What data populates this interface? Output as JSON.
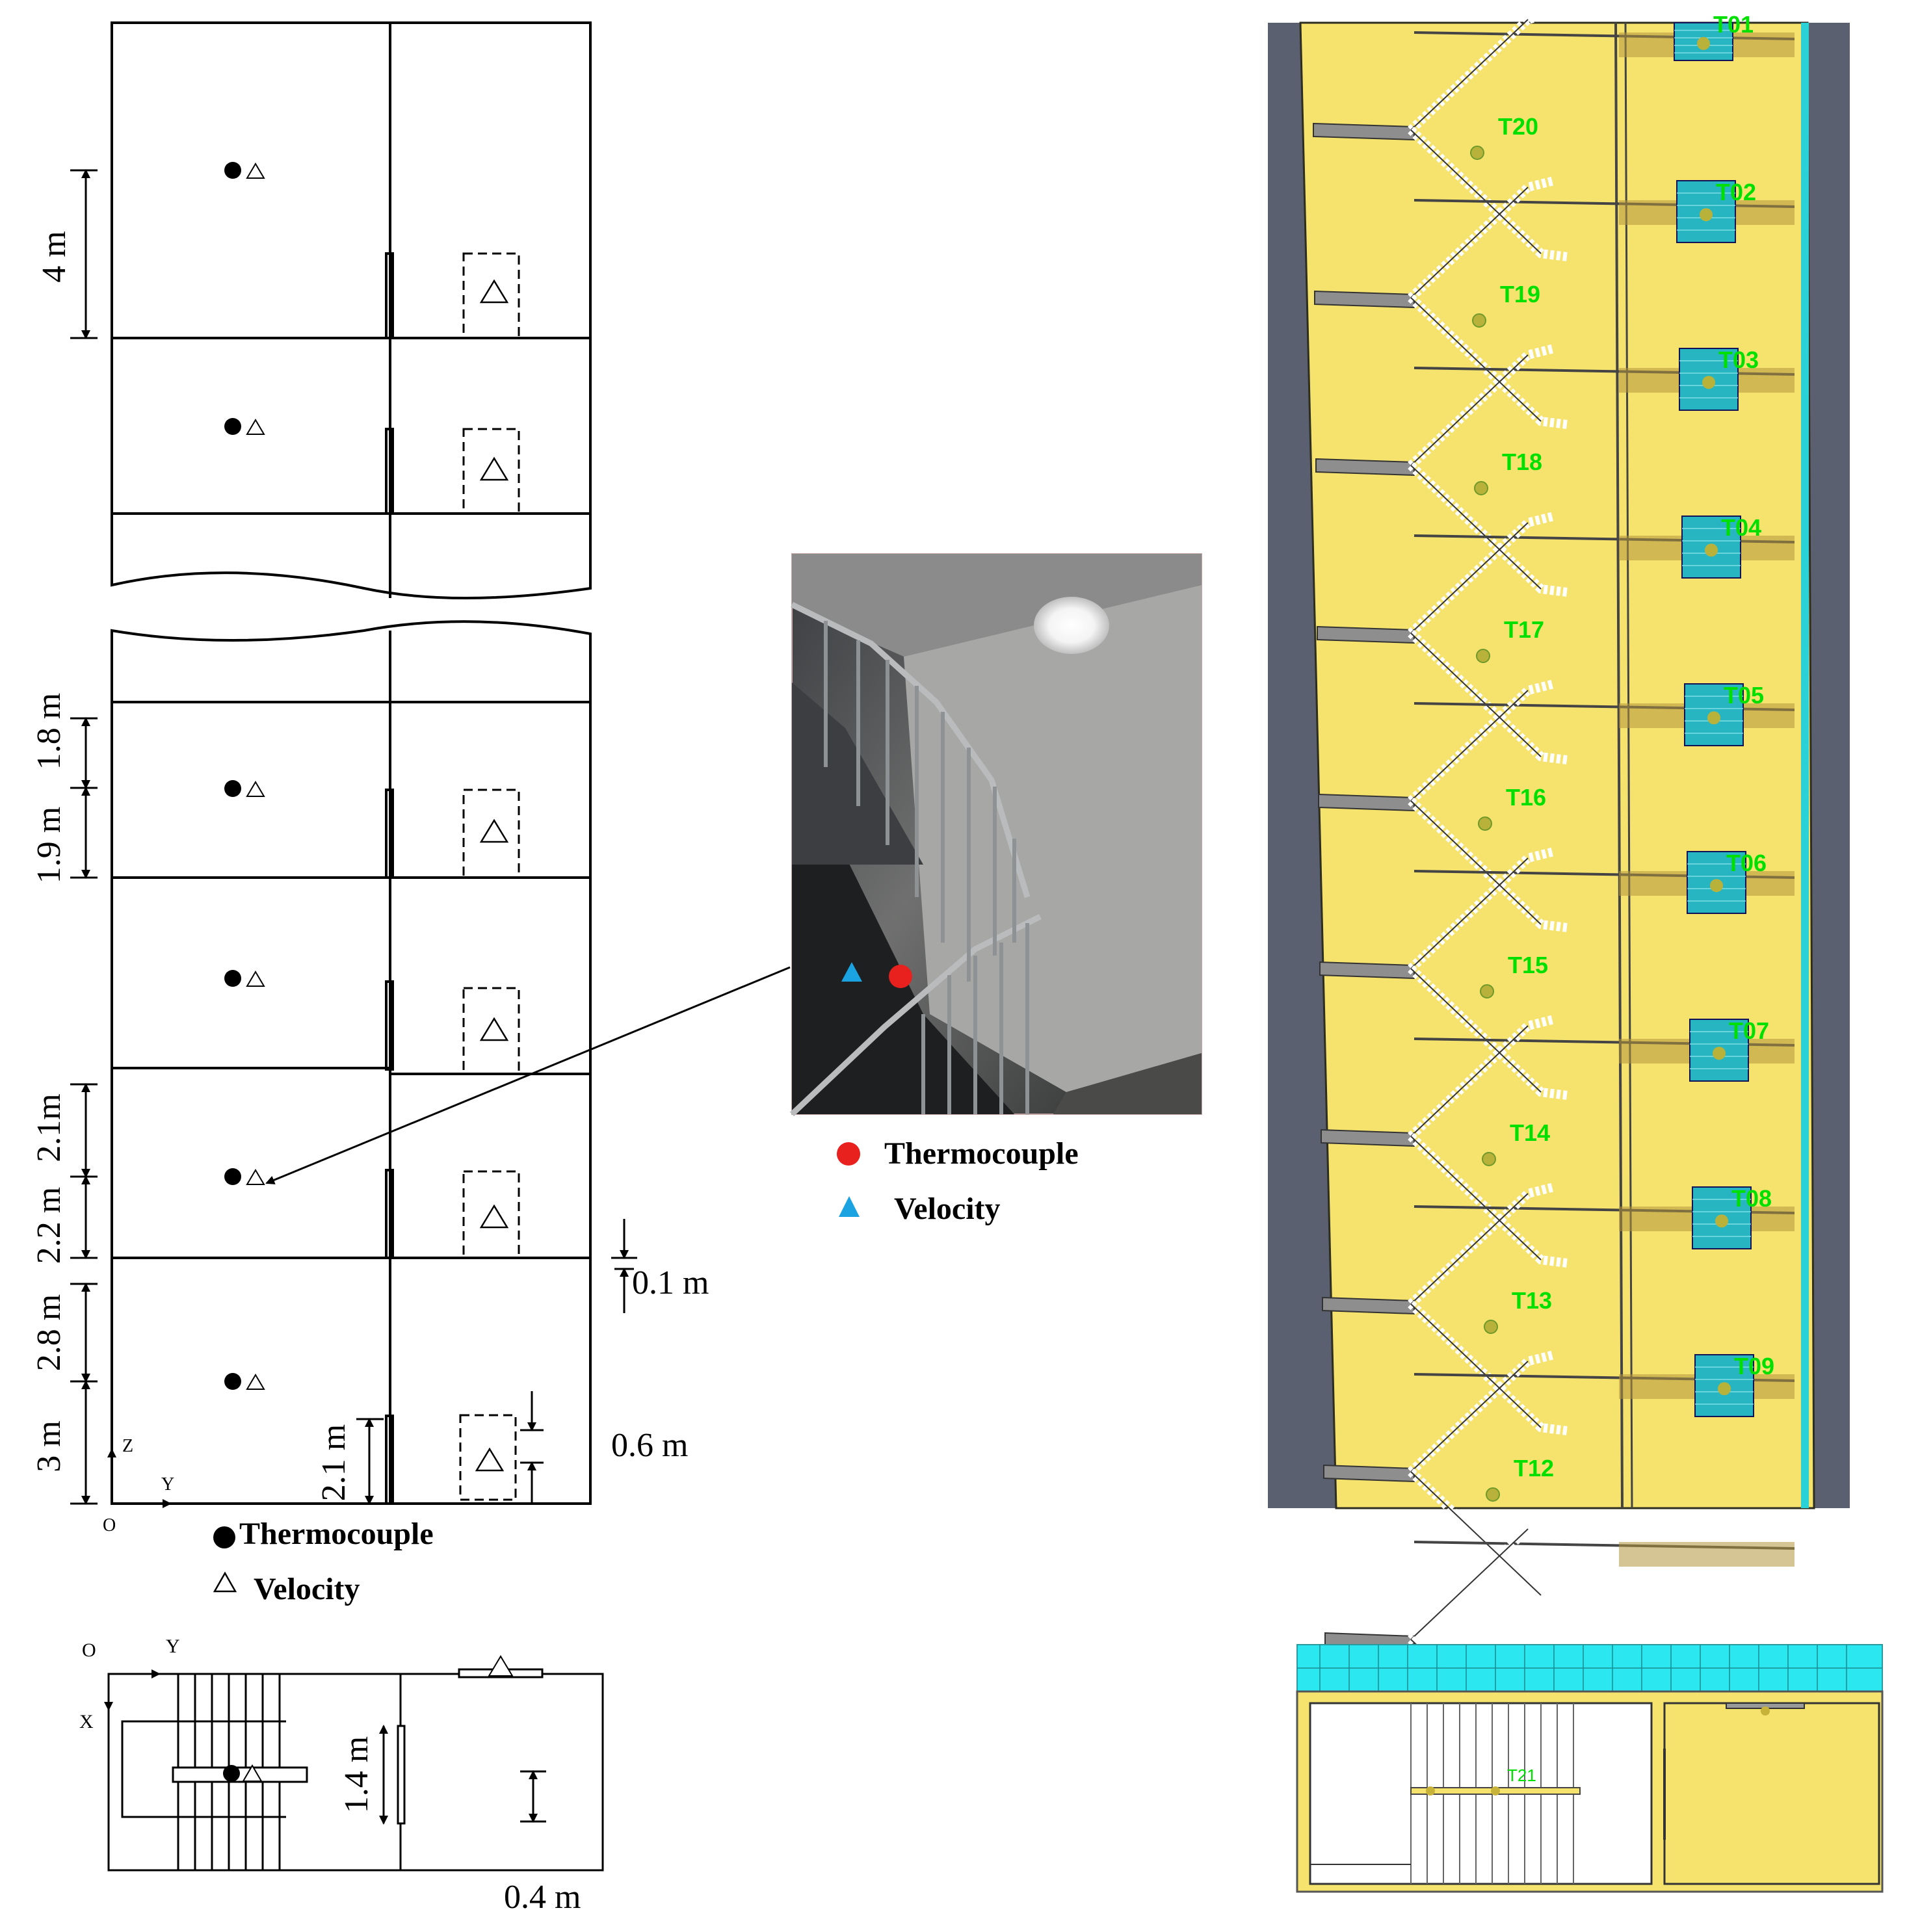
{
  "elevation": {
    "dims": {
      "top_height": "4 m",
      "landing_upper": "1.8 m",
      "landing_lower": "1.9 m",
      "mid_upper": "2.1m",
      "mid_lower": "2.2 m",
      "gap": "0.1 m",
      "bottom_upper": "2.8 m",
      "bottom_lower": "3 m",
      "door_height": "2.1 m",
      "door_offset": "0.6 m"
    },
    "axes": {
      "z": "Z",
      "y": "Y",
      "origin": "O"
    },
    "legend": {
      "thermocouple": "Thermocouple",
      "velocity": "Velocity"
    }
  },
  "plan": {
    "axes": {
      "origin": "O",
      "y": "Y",
      "x": "X"
    },
    "dims": {
      "width": "1.4 m",
      "offset": "0.4 m"
    }
  },
  "photo": {
    "legend": {
      "thermocouple": "Thermocouple",
      "velocity": "Velocity"
    },
    "colors": {
      "thermocouple": "#e8201e",
      "velocity": "#1aa3e0"
    }
  },
  "model": {
    "stair_labels": [
      "T20",
      "T19",
      "T18",
      "T17",
      "T16",
      "T15",
      "T14",
      "T13",
      "T12"
    ],
    "door_labels": [
      "T01",
      "T02",
      "T03",
      "T04",
      "T05",
      "T06",
      "T07",
      "T08",
      "T09"
    ],
    "plan_label": "T21",
    "colors": {
      "wall": "#f5e36e",
      "door": "#27b5c2",
      "label": "#00e000",
      "frame": "#5a6070"
    }
  }
}
